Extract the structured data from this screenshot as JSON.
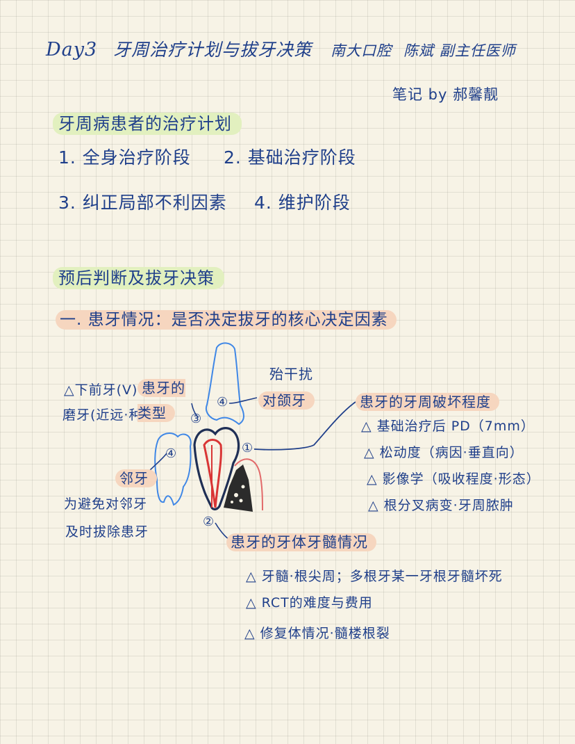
{
  "header": {
    "day": "Day3",
    "title": "牙周治疗计划与拔牙决策",
    "institution": "南大口腔",
    "lecturer": "陈斌 副主任医师",
    "notes_by": "笔记 by 郝馨靓"
  },
  "section1": {
    "heading": "牙周病患者的治疗计划",
    "stages": [
      "1. 全身治疗阶段",
      "2. 基础治疗阶段",
      "3. 纠正局部不利因素",
      "4. 维护阶段"
    ]
  },
  "section2": {
    "heading": "预后判断及拔牙决策",
    "subheading": "一. 患牙情况：是否决定拔牙的核心决定因素"
  },
  "diagram": {
    "left_note_line1": "△下前牙(V)",
    "left_note_line2": "磨牙(近远·种)",
    "tooth_type": "患牙的类型",
    "circle_3": "③",
    "circle_4_top": "④",
    "interference": "殆干扰",
    "opposing": "对颌牙",
    "circle_4_left": "④",
    "neighbor": "邻牙",
    "neighbor_note_line1": "为避免对邻牙",
    "neighbor_note_line2": "及时拔除患牙",
    "circle_1": "①",
    "circle_2": "②",
    "periodontal_heading": "患牙的牙周破坏程度",
    "periodontal_items": [
      "△ 基础治疗后 PD（7mm）",
      "△ 松动度（病因·垂直向）",
      "△ 影像学（吸收程度·形态）",
      "△ 根分叉病变·牙周脓肿"
    ],
    "pulp_heading": "患牙的牙体牙髓情况",
    "pulp_items": [
      "△ 牙髓·根尖周；多根牙某一牙根牙髓坏死",
      "△ RCT的难度与费用",
      "△ 修复体情况·髓楼根裂"
    ]
  },
  "colors": {
    "ink": "#1f3f8a",
    "diagram_blue": "#3f87e6",
    "pulp_red": "#d93535",
    "highlight_green": "#e2f0bf",
    "highlight_peach": "#f6d6bf"
  }
}
